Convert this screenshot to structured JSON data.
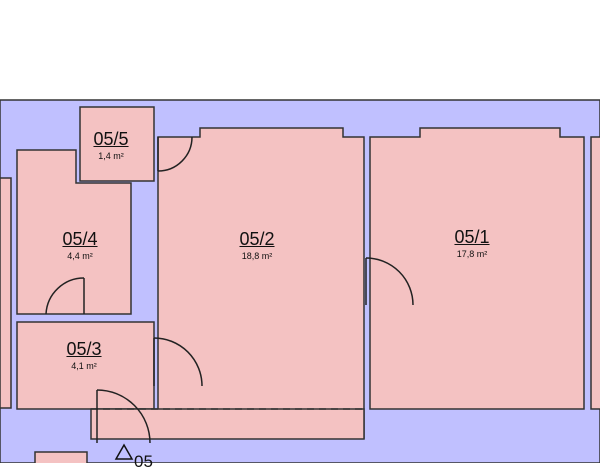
{
  "colors": {
    "background": "#ffffff",
    "corridor_fill": "#c0c0ff",
    "room_fill": "#f4c2c2",
    "wall": "#333333"
  },
  "rooms": [
    {
      "number": "05/5",
      "area": "1,4 m²"
    },
    {
      "number": "05/4",
      "area": "4,4 m²"
    },
    {
      "number": "05/3",
      "area": "4,1 m²"
    },
    {
      "number": "05/2",
      "area": "18,8 m²"
    },
    {
      "number": "05/1",
      "area": "17,8 m²"
    }
  ],
  "corridor": {
    "label": "05"
  }
}
